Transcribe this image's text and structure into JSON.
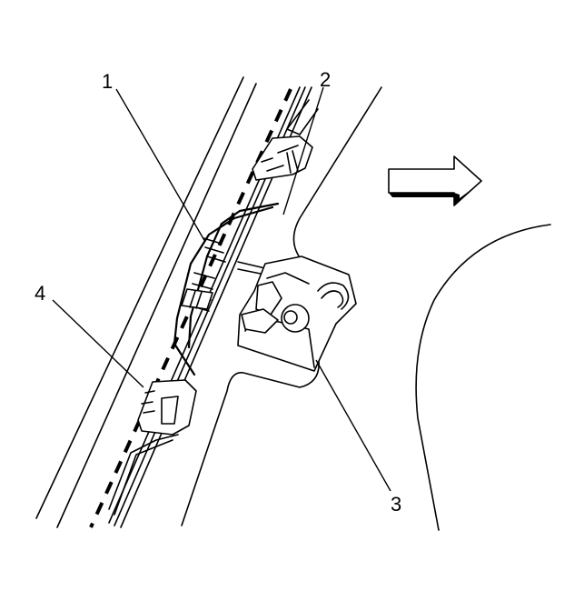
{
  "callouts": [
    {
      "id": "1",
      "label": "1"
    },
    {
      "id": "2",
      "label": "2"
    },
    {
      "id": "3",
      "label": "3"
    },
    {
      "id": "4",
      "label": "4"
    }
  ],
  "icons": {
    "direction_arrow": "right-arrow-icon"
  }
}
